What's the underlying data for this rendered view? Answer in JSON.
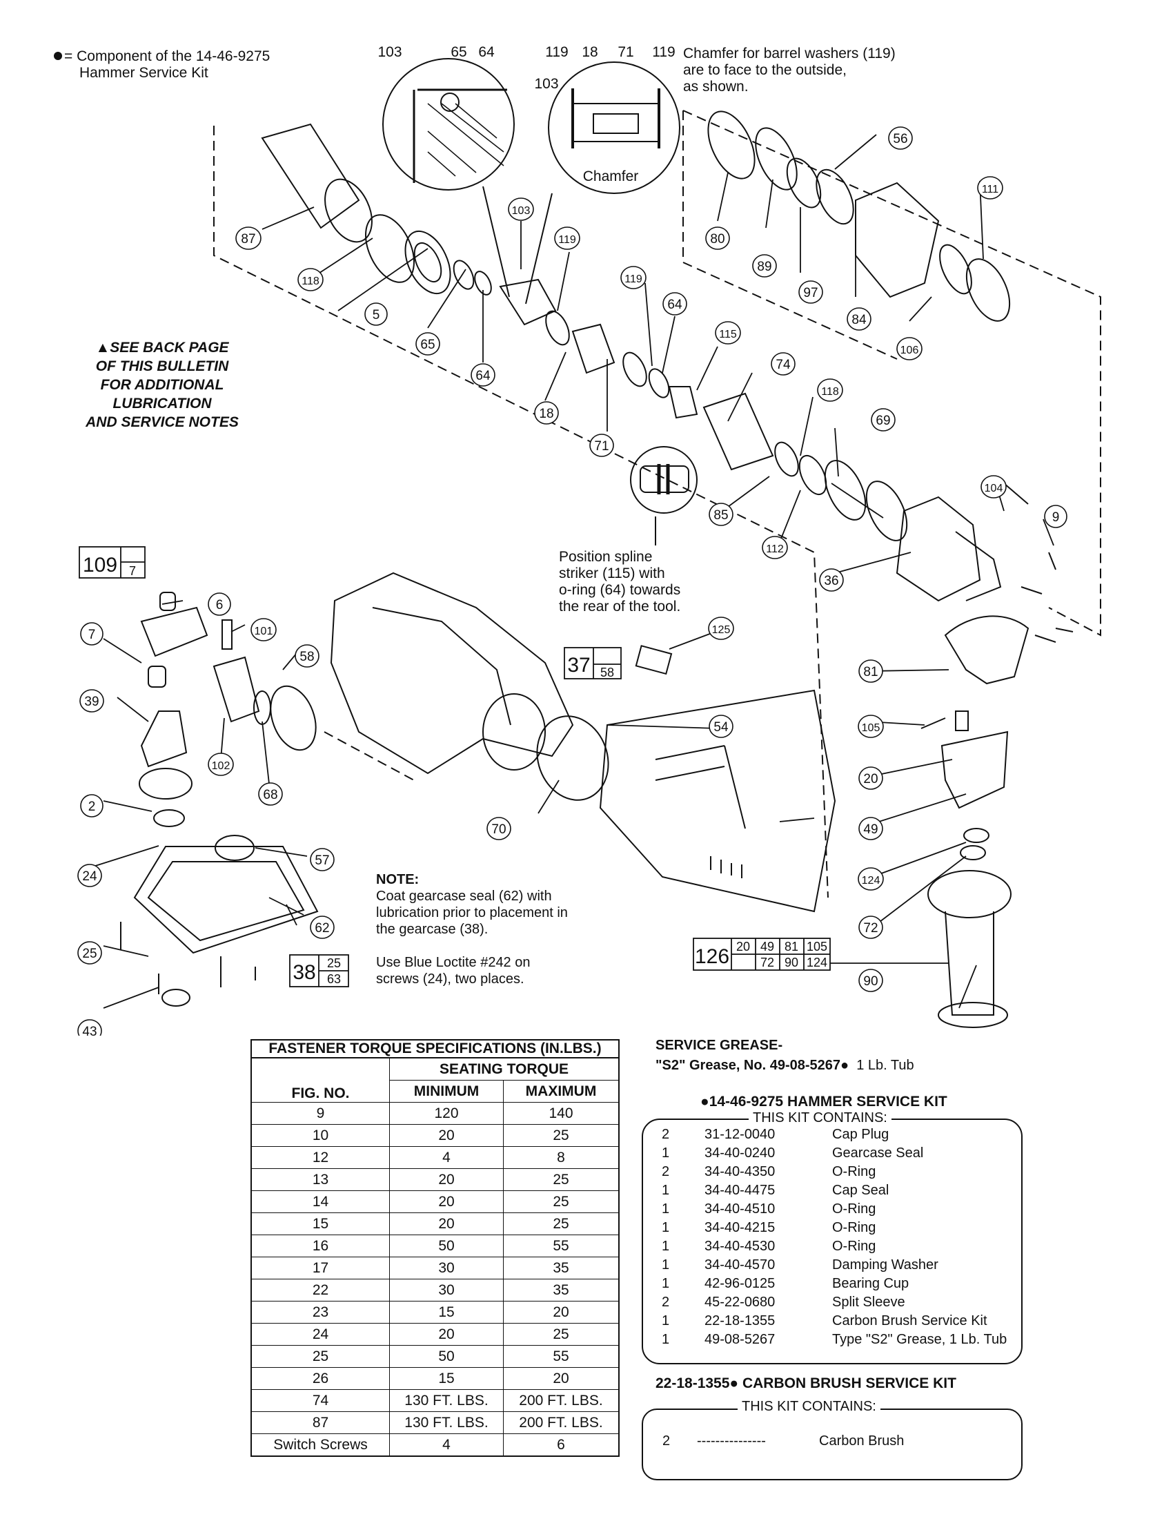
{
  "legend": {
    "line1": "= Component of the 14-46-9275",
    "line2": "Hammer Service Kit"
  },
  "chamfer_note": "Chamfer for barrel washers (119)\nare to face to the outside,\nas shown.",
  "see_back_note": [
    "▲SEE BACK PAGE",
    "OF THIS BULLETIN",
    "FOR ADDITIONAL",
    "LUBRICATION",
    "AND SERVICE NOTES"
  ],
  "spline_note": "Position spline\nstriker (115) with\no-ring (64) towards\nthe rear of the tool.",
  "gear_note": {
    "heading": "NOTE:",
    "para1": "Coat gearcase seal (62) with\nlubrication prior to placement in\nthe gearcase (38).",
    "para2": "Use Blue Loctite #242 on\nscrews (24), two places."
  },
  "diagram": {
    "top_labels": [
      "103",
      "65",
      "64",
      "119",
      "18",
      "71",
      "119",
      "103"
    ],
    "chamfer_word": "Chamfer",
    "callouts": [
      "87",
      "118",
      "5",
      "65",
      "64",
      "103",
      "119",
      "18",
      "71",
      "119",
      "64",
      "115",
      "74",
      "118",
      "69",
      "85",
      "112",
      "80",
      "89",
      "97",
      "56",
      "84",
      "111",
      "106",
      "104",
      "9",
      "36",
      "6",
      "101",
      "7",
      "58",
      "39",
      "102",
      "68",
      "2",
      "24",
      "57",
      "62",
      "25",
      "43",
      "125",
      "54",
      "70",
      "81",
      "105",
      "20",
      "49",
      "124",
      "72",
      "90"
    ],
    "boxes": {
      "b109": {
        "main": "109",
        "sub": "7"
      },
      "b37": {
        "main": "37",
        "sub": "58"
      },
      "b38": {
        "main": "38",
        "sub_top": "25",
        "sub_bottom": "63"
      },
      "b126": {
        "main": "126",
        "top": [
          "20",
          "49",
          "81",
          "105"
        ],
        "bottom": [
          "72",
          "90",
          "124"
        ]
      }
    }
  },
  "torque_table": {
    "title": "FASTENER TORQUE SPECIFICATIONS (IN.LBS.)",
    "group_header": "SEATING TORQUE",
    "columns": [
      "FIG. NO.",
      "MINIMUM",
      "MAXIMUM"
    ],
    "rows": [
      [
        "9",
        "120",
        "140"
      ],
      [
        "10",
        "20",
        "25"
      ],
      [
        "12",
        "4",
        "8"
      ],
      [
        "13",
        "20",
        "25"
      ],
      [
        "14",
        "20",
        "25"
      ],
      [
        "15",
        "20",
        "25"
      ],
      [
        "16",
        "50",
        "55"
      ],
      [
        "17",
        "30",
        "35"
      ],
      [
        "22",
        "30",
        "35"
      ],
      [
        "23",
        "15",
        "20"
      ],
      [
        "24",
        "20",
        "25"
      ],
      [
        "25",
        "50",
        "55"
      ],
      [
        "26",
        "15",
        "20"
      ],
      [
        "74",
        "130 FT. LBS.",
        "200 FT. LBS."
      ],
      [
        "87",
        "130 FT. LBS.",
        "200 FT. LBS."
      ],
      [
        "Switch  Screws",
        "4",
        "6"
      ]
    ]
  },
  "service_grease": {
    "heading": "SERVICE GREASE-",
    "line": "\"S2\" Grease, No. 49-08-5267",
    "size": "1 Lb. Tub"
  },
  "hammer_kit": {
    "title": "14-46-9275 HAMMER SERVICE KIT",
    "label": "THIS KIT CONTAINS:",
    "items": [
      [
        "2",
        "31-12-0040",
        "Cap Plug"
      ],
      [
        "1",
        "34-40-0240",
        "Gearcase Seal"
      ],
      [
        "2",
        "34-40-4350",
        "O-Ring"
      ],
      [
        "1",
        "34-40-4475",
        "Cap Seal"
      ],
      [
        "1",
        "34-40-4510",
        "O-Ring"
      ],
      [
        "1",
        "34-40-4215",
        "O-Ring"
      ],
      [
        "1",
        "34-40-4530",
        "O-Ring"
      ],
      [
        "1",
        "34-40-4570",
        "Damping Washer"
      ],
      [
        "1",
        "42-96-0125",
        "Bearing Cup"
      ],
      [
        "2",
        "45-22-0680",
        "Split Sleeve"
      ],
      [
        "1",
        "22-18-1355",
        "Carbon Brush Service Kit"
      ],
      [
        "1",
        "49-08-5267",
        "Type \"S2\" Grease, 1 Lb. Tub"
      ]
    ]
  },
  "brush_kit": {
    "title": "22-18-1355",
    "title_rest": " CARBON BRUSH SERVICE KIT",
    "label": "THIS KIT CONTAINS:",
    "item": [
      "2",
      "---------------",
      "Carbon Brush"
    ]
  }
}
